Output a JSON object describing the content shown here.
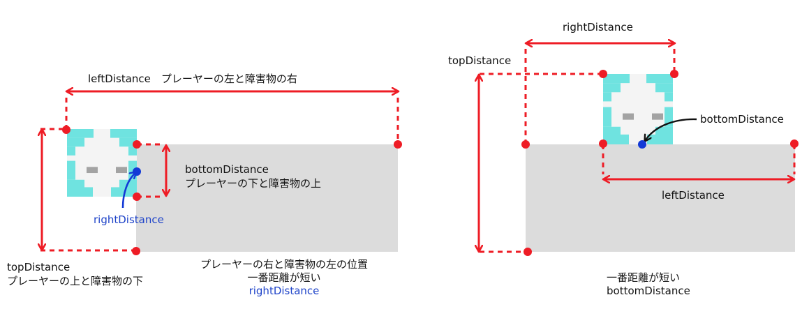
{
  "colors": {
    "red": "#ee1c25",
    "blue": "#1239d6",
    "obstacle": "#dcdcdc",
    "sprite_cyan": "#6fe3e0",
    "sprite_white": "#f4f4f4",
    "sprite_gray": "#a3a3a3",
    "text_blue": "#1f44c9"
  },
  "left_panel": {
    "left_label": "leftDistance　プレーヤーの左と障害物の右",
    "bottom_label_line1": "bottomDistance",
    "bottom_label_line2": "プレーヤーの下と障害物の上",
    "right_label": "rightDistance",
    "top_label_line1": "topDistance",
    "top_label_line2": "プレーヤーの上と障害物の下",
    "caption_line1": "プレーヤーの右と障害物の左の位置",
    "caption_line2": "一番距離が短い",
    "caption_line3": "rightDistance"
  },
  "right_panel": {
    "right_label": "rightDistance",
    "top_label": "topDistance",
    "bottom_label": "bottomDistance",
    "left_label": "leftDistance",
    "caption_line1": "一番距離が短い",
    "caption_line2": "bottomDistance"
  }
}
